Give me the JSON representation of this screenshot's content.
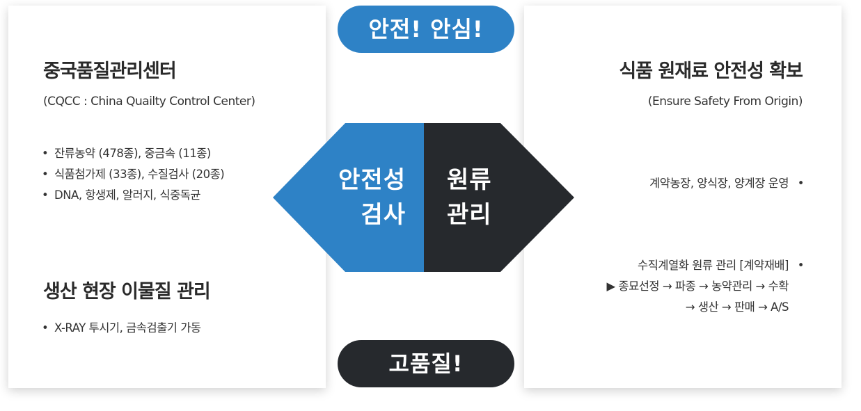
{
  "left_card": {
    "title1": "중국품질관리센터",
    "subtitle": "(CQCC : China Quailty Control Center)",
    "items1": [
      "잔류농약 (478종), 중금속 (11종)",
      "식품첨가제 (33종), 수질검사 (20종)",
      "DNA, 항생제, 알러지, 식중독균"
    ],
    "title2": "생산 현장 이물질 관리",
    "items2": [
      "X-RAY 투시기, 금속검출기 가동"
    ]
  },
  "right_card": {
    "title": "식품 원재료 안전성 확보",
    "subtitle": "(Ensure Safety From Origin)",
    "item1": "계약농장, 양식장, 양계장 운영",
    "item2": "수직계열화 원류 관리 [계약재배]",
    "item2_line2": "▶  종묘선정 → 파종 → 농약관리 → 수확",
    "item2_line3": "→ 생산 → 판매 → A/S"
  },
  "center": {
    "top_pill": "안전!  안심!",
    "bottom_pill": "고품질!",
    "left_line1": "안전성",
    "left_line2": "검사",
    "right_line1": "원류",
    "right_line2": "관리"
  },
  "colors": {
    "blue": "#2e82c6",
    "dark": "#26292d"
  }
}
